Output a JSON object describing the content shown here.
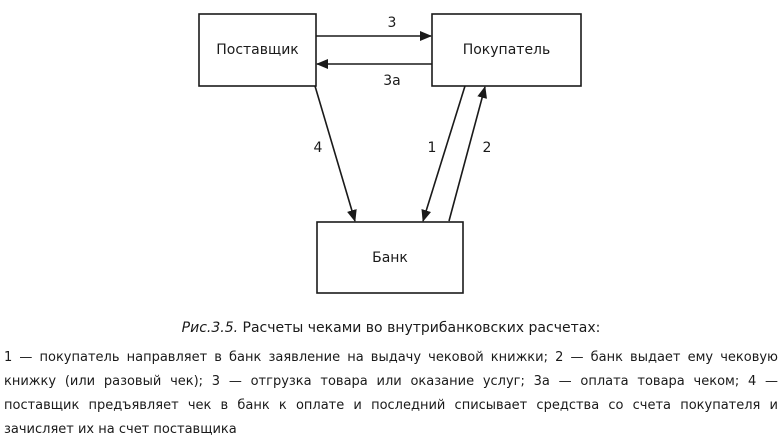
{
  "nodes": {
    "supplier": "Поставщик",
    "buyer": "Покупатель",
    "bank": "Банк"
  },
  "edges": [
    {
      "id": "e3",
      "label": "3",
      "from": "supplier",
      "to": "buyer"
    },
    {
      "id": "e3a",
      "label": "3а",
      "from": "buyer",
      "to": "supplier"
    },
    {
      "id": "e4",
      "label": "4",
      "from": "supplier",
      "to": "bank"
    },
    {
      "id": "e1",
      "label": "1",
      "from": "buyer",
      "to": "bank"
    },
    {
      "id": "e2",
      "label": "2",
      "from": "bank",
      "to": "buyer"
    }
  ],
  "caption": {
    "label": "Рис.3.5.",
    "text": "Расчеты чеками во внутрибанковских расчетах:"
  },
  "legend": "1 — покупатель направляет в банк заявление на выдачу чековой книжки; 2 — банк выдает ему чековую книжку (или разовый чек); 3 — отгрузка товара или оказание услуг; 3а — оплата товара чеком; 4 — поставщик предъявляет чек в банк к оплате и последний списывает средства со счета покупателя и зачисляет их на счет поставщика"
}
